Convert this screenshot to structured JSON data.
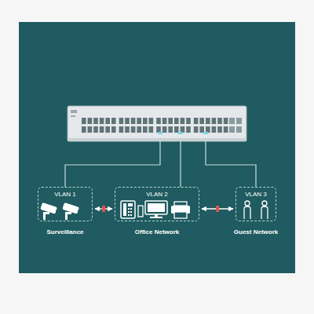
{
  "diagram": {
    "nodes": [
      {
        "text": [
          "VLAN 1",
          "Surveillance"
        ]
      },
      {
        "text": [
          "VLAN 2",
          "Office Network"
        ]
      },
      {
        "text": [
          "VLAN 3",
          "Guest Network"
        ]
      }
    ],
    "edges": [
      {
        "from": 0,
        "to": 1,
        "arrow": "both"
      },
      {
        "from": 1,
        "to": 2,
        "arrow": "both"
      }
    ]
  }
}
